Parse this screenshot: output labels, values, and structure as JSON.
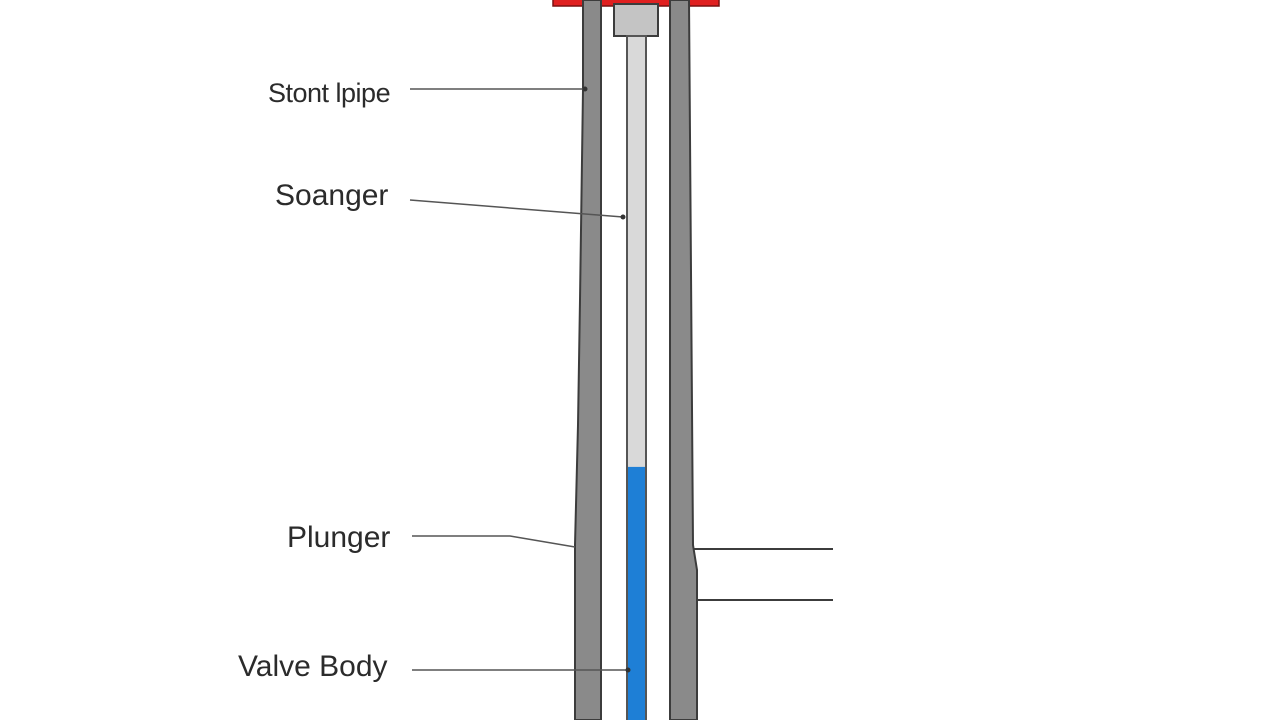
{
  "labels": {
    "top": "Stont lpipe",
    "second": "Soanger",
    "plunger": "Plunger",
    "valve_body": "Valve Body"
  },
  "colors": {
    "background": "#ffffff",
    "pipe_wall": "#8a8a8a",
    "pipe_outline": "#3c3c3c",
    "inner_rod": "#d9d9d9",
    "fluid": "#1e7fd6",
    "cap": "#e02020",
    "leader_line": "#555555",
    "text": "#2b2b2b"
  },
  "fluid_level_fraction": 0.37
}
